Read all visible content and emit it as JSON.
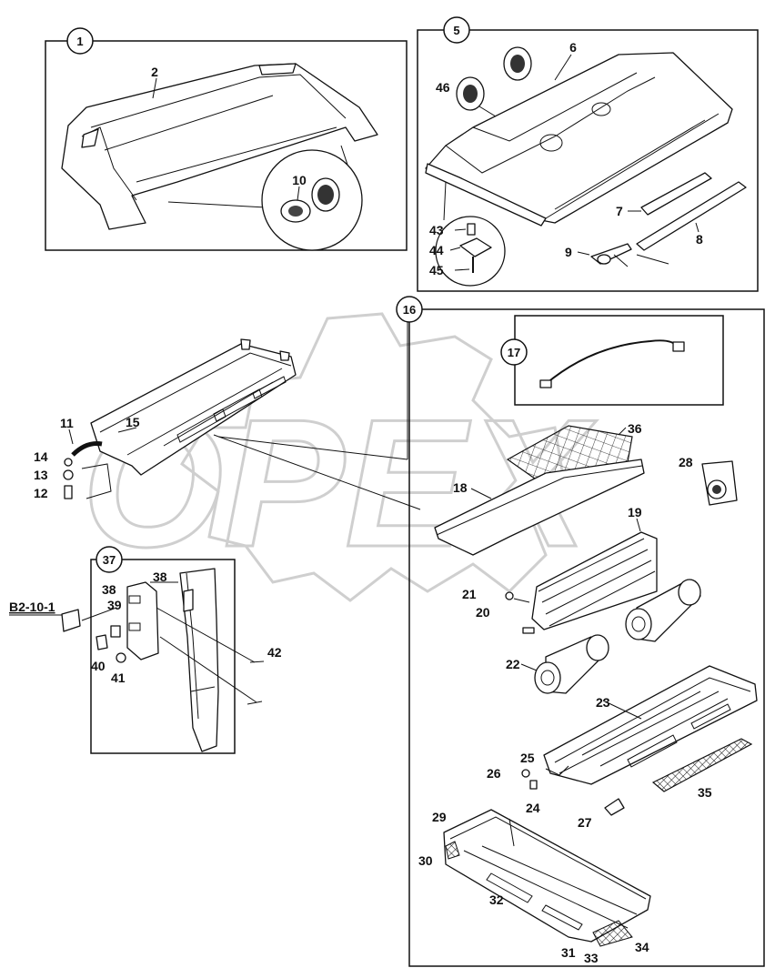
{
  "watermark": {
    "text": "OPEX"
  },
  "callouts": {
    "c1": "1",
    "c5": "5",
    "c16": "16",
    "c17": "17",
    "c37": "37"
  },
  "labels": {
    "l2": "2",
    "l10": "10",
    "l46": "46",
    "l6": "6",
    "l7": "7",
    "l8": "8",
    "l9": "9",
    "l43": "43",
    "l44": "44",
    "l45": "45",
    "l11": "11",
    "l15": "15",
    "l14": "14",
    "l13": "13",
    "l12": "12",
    "l36": "36",
    "l28": "28",
    "l18": "18",
    "l19": "19",
    "l21": "21",
    "l20": "20",
    "l22": "22",
    "l23": "23",
    "l25": "25",
    "l26": "26",
    "l24": "24",
    "l27": "27",
    "l35": "35",
    "l29": "29",
    "l30": "30",
    "l32": "32",
    "l31": "31",
    "l33": "33",
    "l34": "34",
    "l38a": "38",
    "l38b": "38",
    "l39": "39",
    "l40": "40",
    "l41": "41",
    "l42": "42",
    "ref": "B2-10-1"
  }
}
